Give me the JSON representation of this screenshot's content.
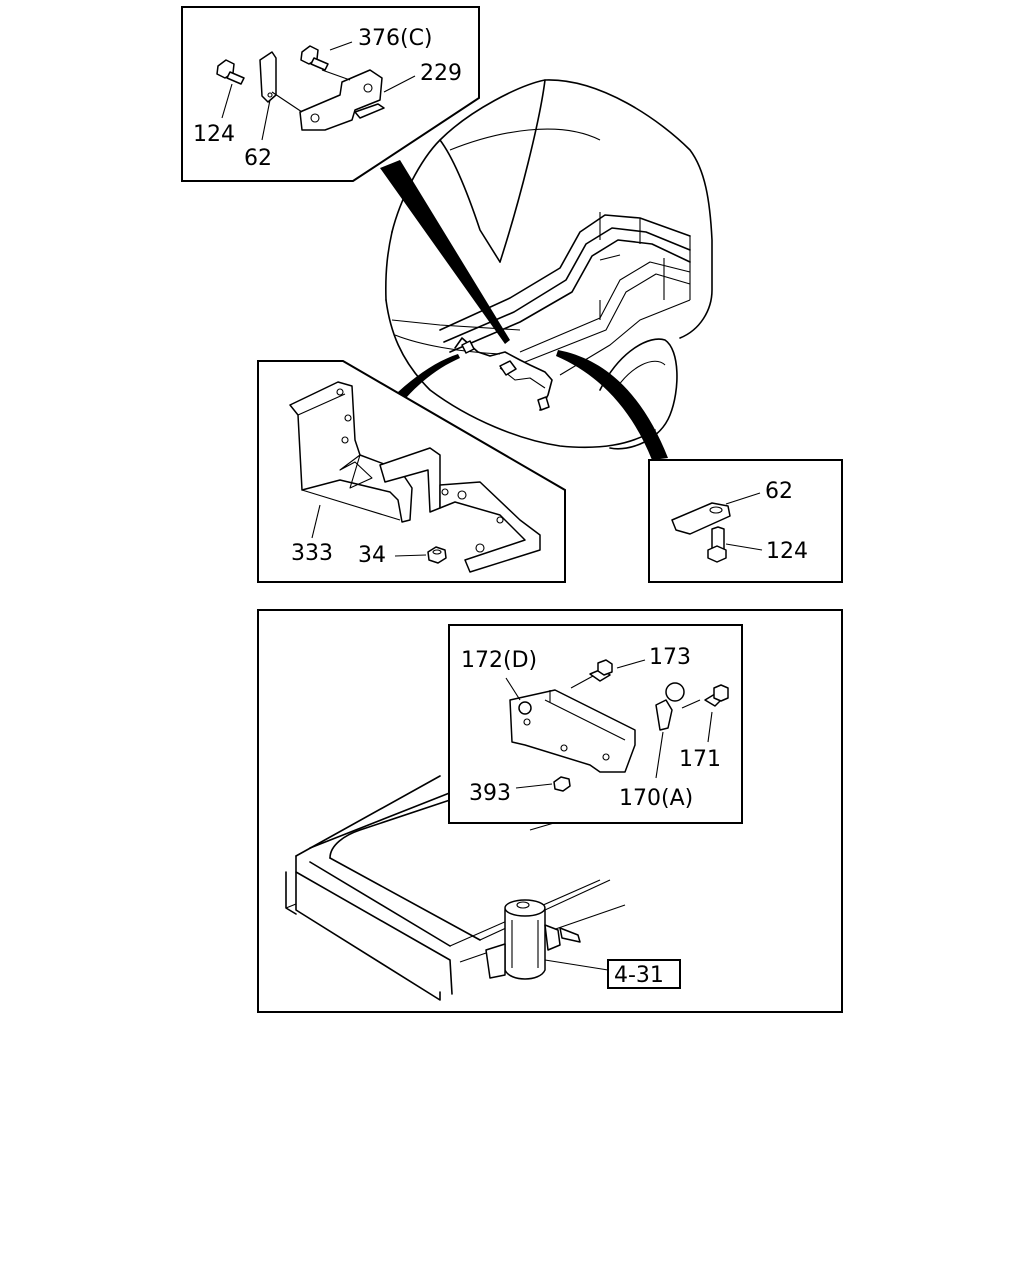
{
  "diagram": {
    "callouts": {
      "c376": "376(C)",
      "c229": "229",
      "c124a": "124",
      "c62a": "62",
      "c333": "333",
      "c34": "34",
      "c62b": "62",
      "c124b": "124",
      "c172": "172(D)",
      "c173": "173",
      "c171": "171",
      "c393": "393",
      "c170": "170(A)",
      "c431": "4-31"
    }
  }
}
